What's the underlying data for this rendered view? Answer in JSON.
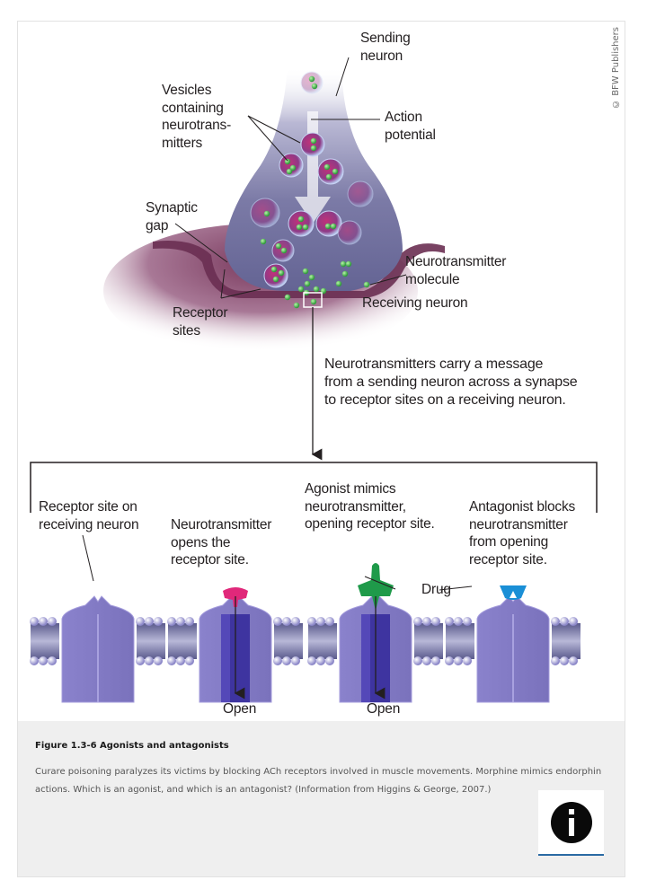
{
  "copyright": "© BFW Publishers",
  "figure": {
    "top_labels": {
      "sending_neuron": "Sending\nneuron",
      "vesicles": "Vesicles\ncontaining\nneurotrans-\nmitters",
      "action_potential": "Action\npotential",
      "synaptic_gap": "Synaptic\ngap",
      "neurotransmitter_molecule": "Neurotransmitter\nmolecule",
      "receiving_neuron": "Receiving neuron",
      "receptor_sites": "Receptor\nsites"
    },
    "message": "Neurotransmitters carry a message\nfrom a sending neuron across a synapse\nto receptor sites on a receiving neuron.",
    "panels": [
      {
        "label": "Receptor site on\nreceiving neuron",
        "state": "closed"
      },
      {
        "label": "Neurotransmitter\nopens the\nreceptor site.",
        "state": "open",
        "bottom_label": "Open",
        "ligand_color": "#e0287a"
      },
      {
        "label": "Agonist mimics\nneurotransmitter,\nopening receptor site.",
        "state": "open",
        "bottom_label": "Open",
        "ligand_color": "#1f9a4a"
      },
      {
        "label": "Antagonist blocks\nneurotransmitter\nfrom opening\nreceptor site.",
        "state": "blocked",
        "ligand_color": "#1a8fd6"
      }
    ],
    "drug_label": "Drug",
    "colors": {
      "neuron": "#6f6f9c",
      "receptor": "#8078c4",
      "vesicle": "#b0306f",
      "molecule": "#4cc04a",
      "receiving": "#8a4a6e"
    }
  },
  "caption": {
    "title": "Figure 1.3-6 Agonists and antagonists",
    "text": "Curare poisoning paralyzes its victims by blocking ACh receptors involved in muscle movements. Morphine mimics endorphin actions. Which is an agonist, and which is an antagonist? (Information from Higgins & George, 2007.)",
    "info_button_icon": "info-icon"
  }
}
